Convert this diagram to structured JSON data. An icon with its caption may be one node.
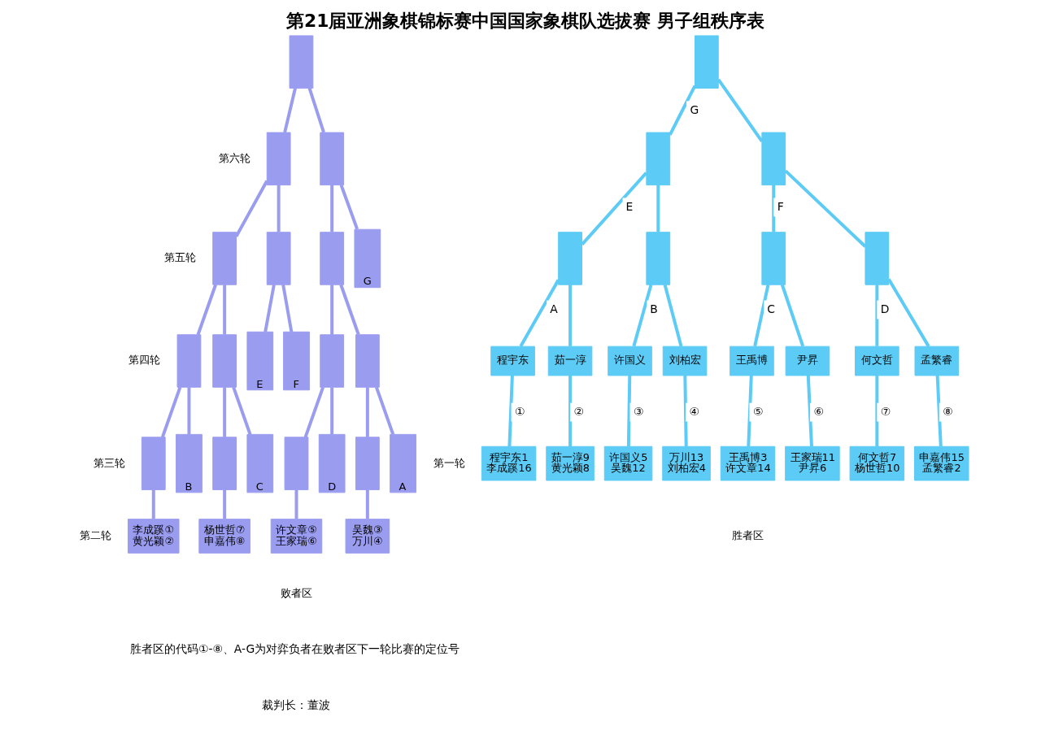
{
  "diagram": {
    "title": "第21届亚洲象棋锦标赛中国国家象棋队选拔赛 男子组秩序表",
    "nodes": [
      {
        "text": [],
        "shape": "box"
      },
      {
        "text": [],
        "shape": "box"
      },
      {
        "text": [],
        "shape": "box"
      },
      {
        "text": [],
        "shape": "box"
      },
      {
        "text": [],
        "shape": "box"
      },
      {
        "text": [],
        "shape": "box"
      },
      {
        "text": [
          "G"
        ]
      },
      {
        "text": [],
        "shape": "box"
      },
      {
        "text": [],
        "shape": "box"
      },
      {
        "text": [
          "E"
        ]
      },
      {
        "text": [
          "F"
        ]
      },
      {
        "text": [],
        "shape": "box"
      },
      {
        "text": [],
        "shape": "box"
      },
      {
        "text": [],
        "shape": "box"
      },
      {
        "text": [
          "B"
        ]
      },
      {
        "text": [],
        "shape": "box"
      },
      {
        "text": [
          "C"
        ]
      },
      {
        "text": [],
        "shape": "box"
      },
      {
        "text": [
          "D"
        ]
      },
      {
        "text": [],
        "shape": "box"
      },
      {
        "text": [
          "A"
        ]
      },
      {
        "text": [
          "李成蹊①",
          "黄光颖②"
        ]
      },
      {
        "text": [
          "杨世哲⑦",
          "申嘉伟⑧"
        ]
      },
      {
        "text": [
          "许文章⑤",
          "王家瑞⑥"
        ]
      },
      {
        "text": [
          "吴魏③",
          "万川④"
        ]
      },
      {
        "text": [],
        "shape": "box"
      },
      {
        "text": [],
        "shape": "box"
      },
      {
        "text": [],
        "shape": "box"
      },
      {
        "text": [],
        "shape": "box"
      },
      {
        "text": [],
        "shape": "box"
      },
      {
        "text": [],
        "shape": "box"
      },
      {
        "text": [],
        "shape": "box"
      },
      {
        "text": [
          "程宇东"
        ]
      },
      {
        "text": [
          "茹一淳"
        ]
      },
      {
        "text": [
          "许国义"
        ]
      },
      {
        "text": [
          "刘柏宏"
        ]
      },
      {
        "text": [
          "王禹博"
        ]
      },
      {
        "text": [
          "尹昇"
        ]
      },
      {
        "text": [
          "何文哲"
        ]
      },
      {
        "text": [
          "孟繁睿"
        ]
      },
      {
        "text": [
          "程宇东1",
          "李成蹊16"
        ]
      },
      {
        "text": [
          "茹一淳9",
          "黄光颖8"
        ]
      },
      {
        "text": [
          "许国义5",
          "吴魏12"
        ]
      },
      {
        "text": [
          "万川13",
          "刘柏宏4"
        ]
      },
      {
        "text": [
          "王禹博3",
          "许文章14"
        ]
      },
      {
        "text": [
          "王家瑞11",
          "尹昇6"
        ]
      },
      {
        "text": [
          "何文哲7",
          "杨世哲10"
        ]
      },
      {
        "text": [
          "申嘉伟15",
          "孟繁睿2"
        ]
      }
    ],
    "edges": [
      {
        "from": 0,
        "to": 1,
        "arrow": "none"
      },
      {
        "from": 0,
        "to": 2,
        "arrow": "none"
      },
      {
        "from": 1,
        "to": 3,
        "arrow": "none"
      },
      {
        "from": 1,
        "to": 4,
        "arrow": "none"
      },
      {
        "from": 2,
        "to": 5,
        "arrow": "none"
      },
      {
        "from": 2,
        "to": 6,
        "arrow": "none"
      },
      {
        "from": 3,
        "to": 7,
        "arrow": "none"
      },
      {
        "from": 3,
        "to": 8,
        "arrow": "none"
      },
      {
        "from": 4,
        "to": 9,
        "arrow": "none"
      },
      {
        "from": 4,
        "to": 10,
        "arrow": "none"
      },
      {
        "from": 5,
        "to": 11,
        "arrow": "none"
      },
      {
        "from": 5,
        "to": 12,
        "arrow": "none"
      },
      {
        "from": 7,
        "to": 13,
        "arrow": "none"
      },
      {
        "from": 7,
        "to": 14,
        "arrow": "none"
      },
      {
        "from": 8,
        "to": 15,
        "arrow": "none"
      },
      {
        "from": 8,
        "to": 16,
        "arrow": "none"
      },
      {
        "from": 11,
        "to": 17,
        "arrow": "none"
      },
      {
        "from": 11,
        "to": 18,
        "arrow": "none"
      },
      {
        "from": 12,
        "to": 19,
        "arrow": "none"
      },
      {
        "from": 12,
        "to": 20,
        "arrow": "none"
      },
      {
        "from": 13,
        "to": 21,
        "arrow": "none"
      },
      {
        "from": 15,
        "to": 22,
        "arrow": "none"
      },
      {
        "from": 17,
        "to": 23,
        "arrow": "none"
      },
      {
        "from": 19,
        "to": 24,
        "arrow": "none"
      },
      {
        "from": 25,
        "to": 26,
        "arrow": "none",
        "label": "G",
        "color": "#5ccbf5"
      },
      {
        "from": 25,
        "to": 27,
        "arrow": "none",
        "color": "#5ccbf5"
      },
      {
        "from": 26,
        "to": 28,
        "arrow": "none",
        "label": "E",
        "color": "#5ccbf5"
      },
      {
        "from": 26,
        "to": 29,
        "arrow": "none",
        "color": "#5ccbf5"
      },
      {
        "from": 27,
        "to": 30,
        "arrow": "none",
        "label": "F",
        "color": "#5ccbf5"
      },
      {
        "from": 27,
        "to": 31,
        "arrow": "none",
        "color": "#5ccbf5"
      },
      {
        "from": 28,
        "to": 32,
        "arrow": "none",
        "label": "A",
        "color": "#5ccbf5"
      },
      {
        "from": 28,
        "to": 33,
        "arrow": "none",
        "color": "#5ccbf5"
      },
      {
        "from": 29,
        "to": 34,
        "arrow": "none",
        "label": "B",
        "color": "#5ccbf5"
      },
      {
        "from": 29,
        "to": 35,
        "arrow": "none",
        "color": "#5ccbf5"
      },
      {
        "from": 30,
        "to": 36,
        "arrow": "none",
        "label": "C",
        "color": "#5ccbf5"
      },
      {
        "from": 30,
        "to": 37,
        "arrow": "none",
        "color": "#5ccbf5"
      },
      {
        "from": 31,
        "to": 38,
        "arrow": "none",
        "label": "D",
        "color": "#5ccbf5"
      },
      {
        "from": 31,
        "to": 39,
        "arrow": "none",
        "color": "#5ccbf5"
      },
      {
        "from": 32,
        "to": 40,
        "arrow": "none",
        "label": "①",
        "color": "#5ccbf5"
      },
      {
        "from": 33,
        "to": 41,
        "arrow": "none",
        "label": "②",
        "color": "#5ccbf5"
      },
      {
        "from": 34,
        "to": 42,
        "arrow": "none",
        "label": "③",
        "color": "#5ccbf5"
      },
      {
        "from": 35,
        "to": 43,
        "arrow": "none",
        "label": "④",
        "color": "#5ccbf5"
      },
      {
        "from": 36,
        "to": 44,
        "arrow": "none",
        "label": "⑤",
        "color": "#5ccbf5"
      },
      {
        "from": 37,
        "to": 45,
        "arrow": "none",
        "label": "⑥",
        "color": "#5ccbf5"
      },
      {
        "from": 38,
        "to": 46,
        "arrow": "none",
        "label": "⑦",
        "color": "#5ccbf5"
      },
      {
        "from": 39,
        "to": 47,
        "arrow": "none",
        "label": "⑧",
        "color": "#5ccbf5"
      }
    ],
    "labels": [
      "第六轮",
      "第五轮",
      "第四轮",
      "第三轮",
      "第二轮",
      "败者区",
      "第一轮",
      "胜者区",
      "胜者区的代码①-⑧、A-G为对弈负者在败者区下一轮比赛的定位号",
      "裁判长：董波"
    ]
  }
}
